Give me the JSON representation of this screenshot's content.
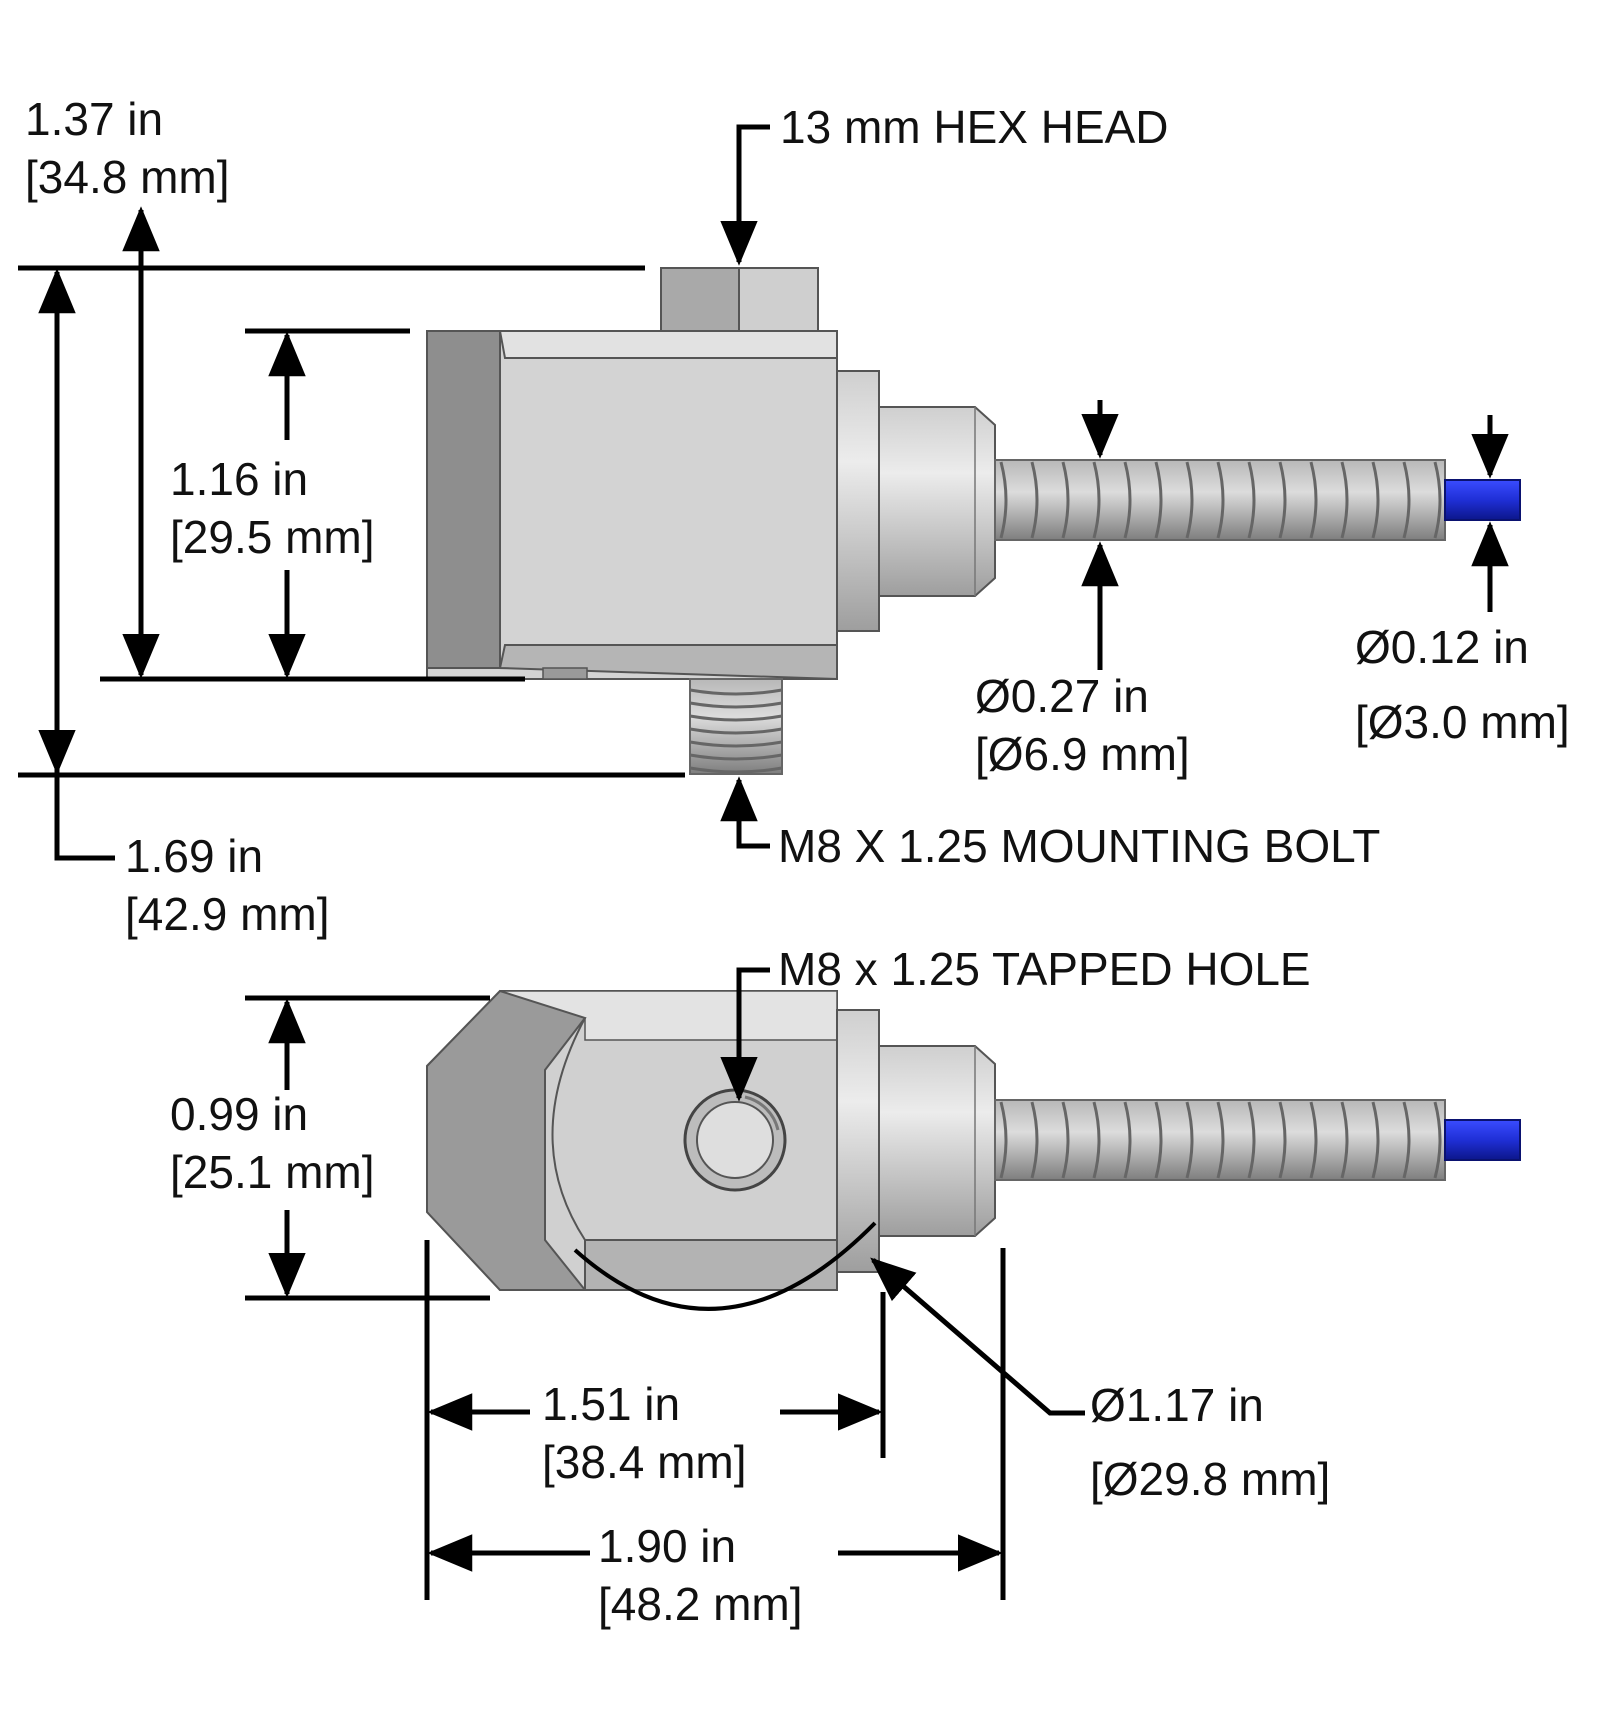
{
  "colors": {
    "body_light": "#d6d6d6",
    "body_mid": "#bdbdbd",
    "body_dark": "#8e8e8e",
    "thread": "#9a9a9a",
    "cable": "#1f2fd6",
    "line": "#000000"
  },
  "dimensions": {
    "overall_height": {
      "in": "1.37 in",
      "mm": "[34.8 mm]"
    },
    "body_height": {
      "in": "1.16 in",
      "mm": "[29.5 mm]"
    },
    "total_height": {
      "in": "1.69 in",
      "mm": "[42.9 mm]"
    },
    "body_width": {
      "in": "0.99 in",
      "mm": "[25.1 mm]"
    },
    "body_length": {
      "in": "1.51 in",
      "mm": "[38.4 mm]"
    },
    "overall_length": {
      "in": "1.90 in",
      "mm": "[48.2 mm]"
    },
    "hose_diameter": {
      "in": "Ø0.27 in",
      "mm": "[Ø6.9 mm]"
    },
    "cable_diameter": {
      "in": "Ø0.12 in",
      "mm": "[Ø3.0 mm]"
    },
    "swing_diameter": {
      "in": "Ø1.17 in",
      "mm": "[Ø29.8 mm]"
    }
  },
  "callouts": {
    "hex_head": "13 mm HEX HEAD",
    "mounting_bolt": "M8 X 1.25 MOUNTING BOLT",
    "tapped_hole": "M8 x 1.25 TAPPED HOLE"
  }
}
